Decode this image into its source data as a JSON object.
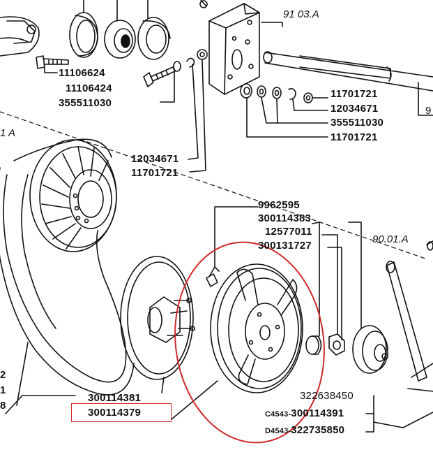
{
  "diagram": {
    "ref_labels": {
      "top_right": "91 03.A",
      "left": "1 A",
      "right": "90.01.A",
      "edge_right": "9"
    },
    "part_numbers": {
      "p11106624": "11106624",
      "p11106424": "11106424",
      "p355511030_left": "355511030",
      "p11701721_r1": "11701721",
      "p12034671_r": "12034671",
      "p355511030_r": "355511030",
      "p11701721_r2": "11701721",
      "p12034671_mid": "12034671",
      "p11701721_mid": "11701721",
      "p9962595": "9962595",
      "p300114383": "300114383",
      "p12577011": "12577011",
      "p300131727": "300131727",
      "p322638450": "322638450",
      "p300114391": "300114391",
      "p322735850": "322735850",
      "p300114381": "300114381",
      "p300114379": "300114379"
    },
    "prefixes": {
      "c": "C4543-",
      "d": "D4543-"
    },
    "edge_fragments": {
      "a": "2",
      "b": "1",
      "c": "8"
    },
    "colors": {
      "ink": "#111111",
      "highlight": "#d02828"
    }
  }
}
